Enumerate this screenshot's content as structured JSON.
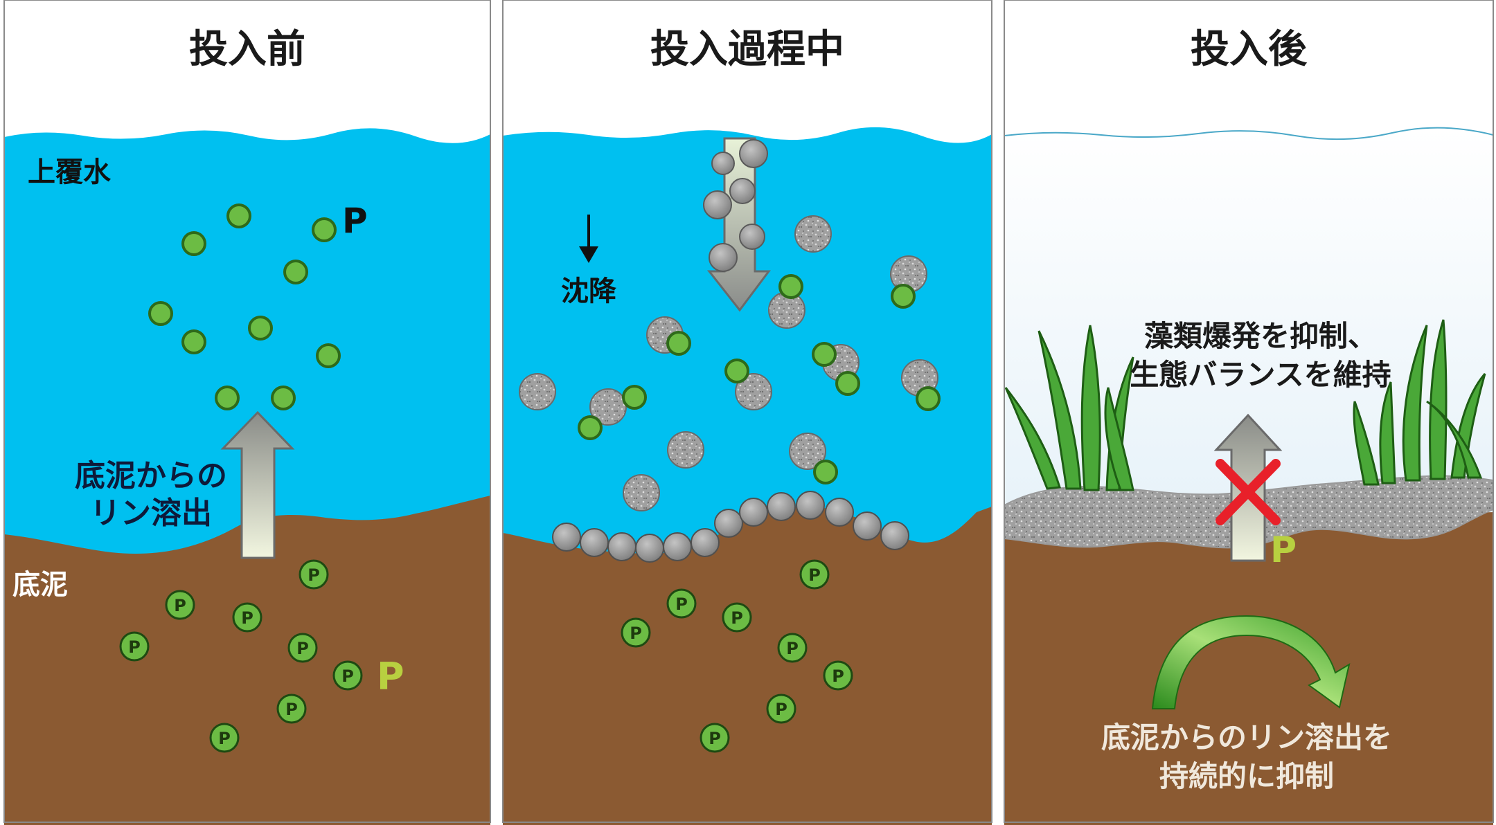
{
  "panels": [
    {
      "title": "投入前"
    },
    {
      "title": "投入過程中"
    },
    {
      "title": "投入後"
    }
  ],
  "labels": {
    "overlying_water": "上覆水",
    "sediment": "底泥",
    "phosphorus": "P",
    "phosphorus_sediment": "P",
    "release_line1": "底泥からの",
    "release_line2": "リン溶出",
    "settling": "沈降",
    "suppress_line1": "藻類爆発を抑制、",
    "suppress_line2": "生態バランスを維持",
    "phosphorus_blocked": "P",
    "continuous_line1": "底泥からのリン溶出を",
    "continuous_line2": "持続的に抑制"
  },
  "colors": {
    "water": "#00c0f0",
    "clear_water": "#e4f2fa",
    "sediment": "#8b5a32",
    "phosphorus_green": "#6cbc44",
    "agent_gray": "#8c8c8c",
    "cross_red": "#e8202a",
    "arrow_green": "#3c9a2c"
  }
}
